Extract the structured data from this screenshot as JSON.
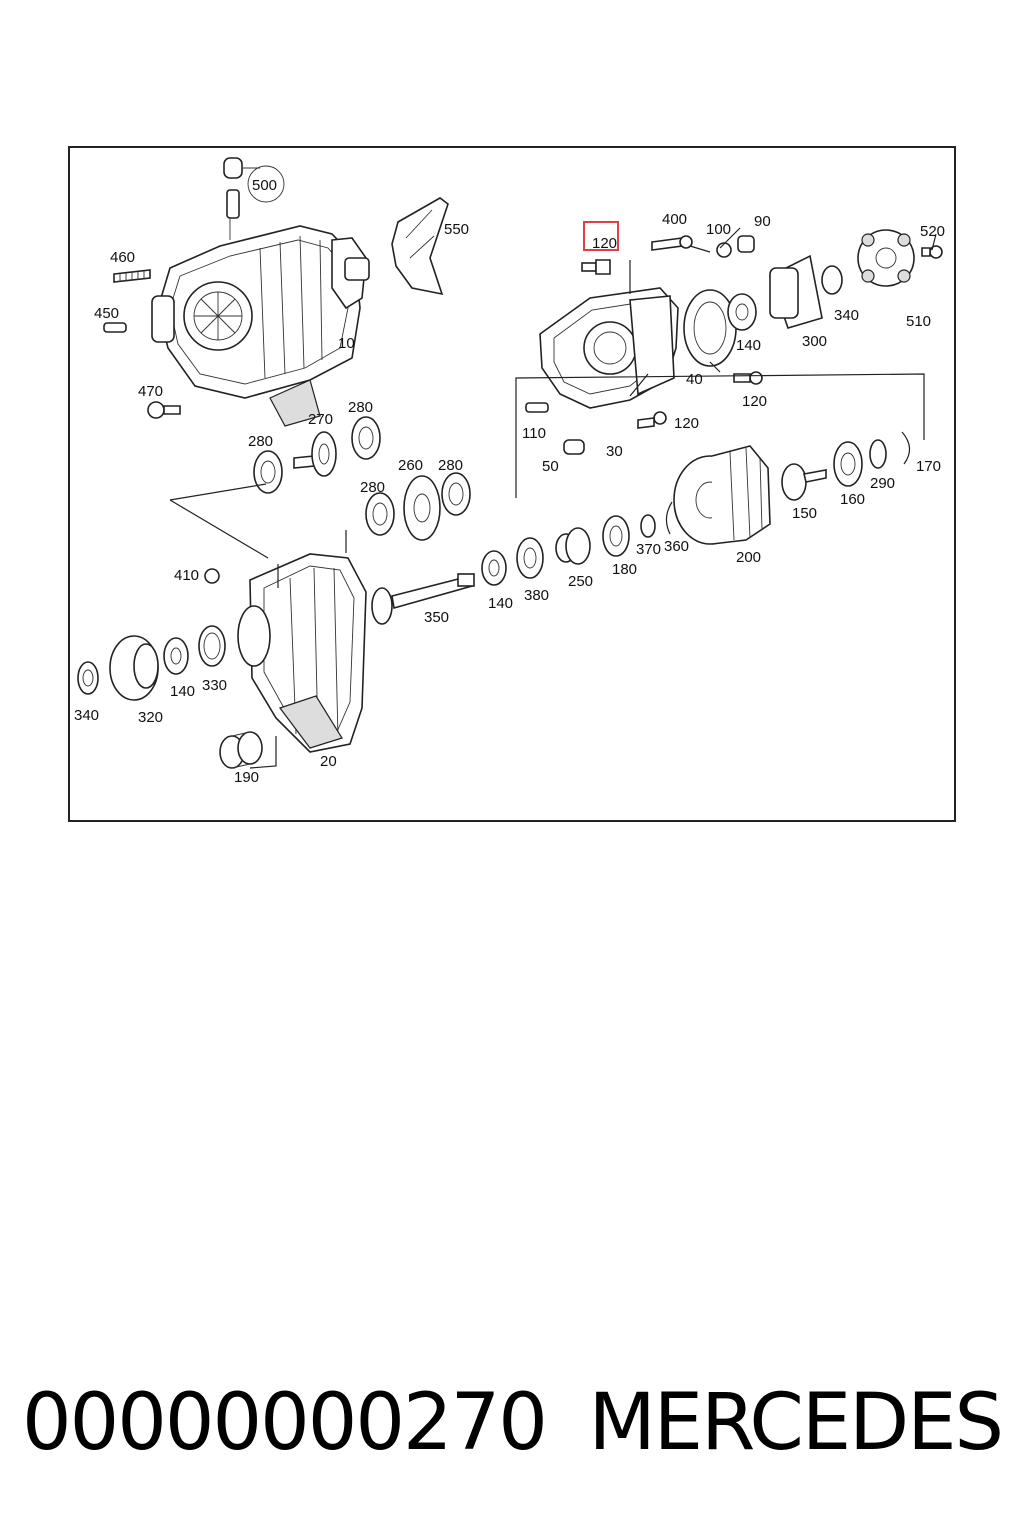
{
  "diagram": {
    "labels": {
      "p500": "500",
      "p550": "550",
      "p460": "460",
      "p450": "450",
      "p10": "10",
      "p470": "470",
      "p120_hl": "120",
      "p400": "400",
      "p100": "100",
      "p90": "90",
      "p520": "520",
      "p340_top": "340",
      "p510": "510",
      "p300": "300",
      "p140_top": "140",
      "p40": "40",
      "p120_mid": "120",
      "p110": "110",
      "p120_low": "120",
      "p50": "50",
      "p30": "30",
      "p280_a": "280",
      "p270": "270",
      "p280_b": "280",
      "p280_c": "280",
      "p260": "260",
      "p280_d": "280",
      "p170": "170",
      "p290": "290",
      "p160": "160",
      "p150": "150",
      "p200": "200",
      "p360": "360",
      "p370": "370",
      "p180": "180",
      "p250": "250",
      "p380": "380",
      "p140_mid": "140",
      "p350": "350",
      "p410": "410",
      "p340_low": "340",
      "p320": "320",
      "p140_low": "140",
      "p330": "330",
      "p190": "190",
      "p20": "20"
    },
    "highlight_color": "#e0404a"
  },
  "footer": {
    "part_number": "00000000270",
    "brand": "MERCEDES"
  }
}
